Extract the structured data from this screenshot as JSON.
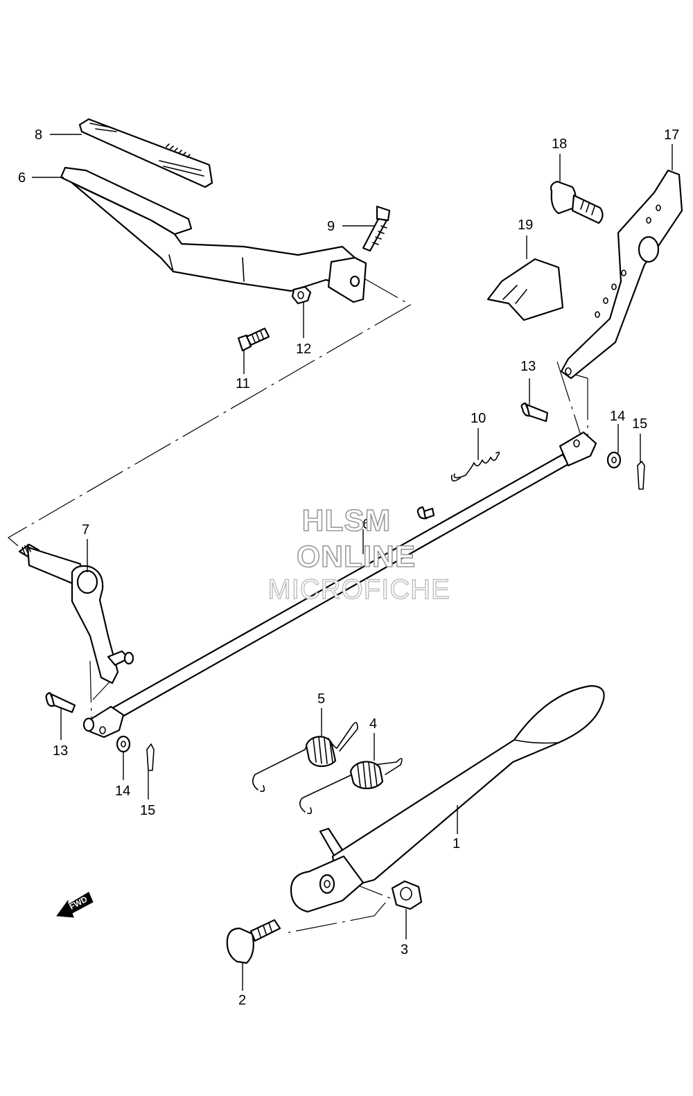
{
  "callouts": [
    {
      "id": "1",
      "label": "1"
    },
    {
      "id": "2",
      "label": "2"
    },
    {
      "id": "3",
      "label": "3"
    },
    {
      "id": "4",
      "label": "4"
    },
    {
      "id": "5",
      "label": "5"
    },
    {
      "id": "6",
      "label": "6"
    },
    {
      "id": "7",
      "label": "7"
    },
    {
      "id": "8",
      "label": "8"
    },
    {
      "id": "9",
      "label": "9"
    },
    {
      "id": "10",
      "label": "10"
    },
    {
      "id": "11",
      "label": "11"
    },
    {
      "id": "12",
      "label": "12"
    },
    {
      "id": "13a",
      "label": "13"
    },
    {
      "id": "13b",
      "label": "13"
    },
    {
      "id": "14a",
      "label": "14"
    },
    {
      "id": "14b",
      "label": "14"
    },
    {
      "id": "15a",
      "label": "15"
    },
    {
      "id": "15b",
      "label": "15"
    },
    {
      "id": "16",
      "label": "16"
    },
    {
      "id": "17",
      "label": "17"
    },
    {
      "id": "18",
      "label": "18"
    },
    {
      "id": "19",
      "label": "19"
    }
  ],
  "watermark": {
    "line1": "HLSM",
    "line2": "ONLINE",
    "line3": "MICROFICHE"
  },
  "direction_arrow": {
    "label": "FWD",
    "icon": "fwd-arrow-icon"
  },
  "colors": {
    "line": "#000000",
    "background": "#ffffff",
    "watermark": "#9a9a9a"
  }
}
